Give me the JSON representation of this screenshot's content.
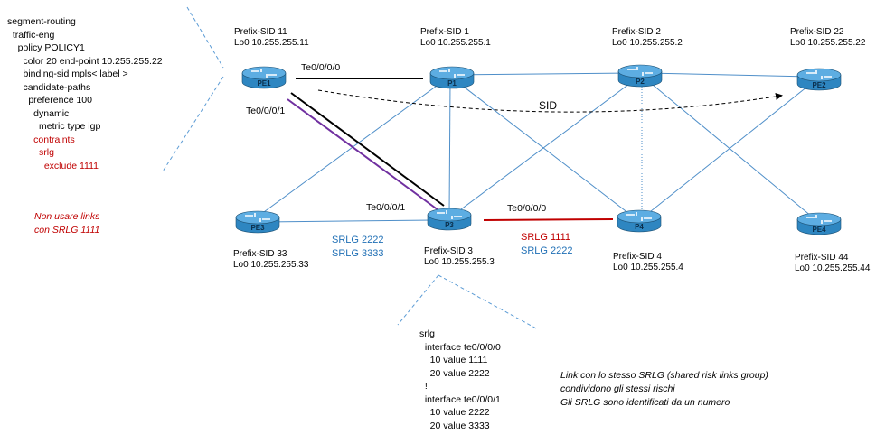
{
  "config_left": {
    "lines": [
      "segment-routing",
      "  traffic-eng",
      "    policy POLICY1",
      "      color 20 end-point 10.255.255.22",
      "      binding-sid mpls< label >",
      "      candidate-paths",
      "        preference 100",
      "          dynamic",
      "            metric type igp",
      "          contraints",
      "            srlg",
      "              exclude 1111"
    ]
  },
  "note_left": [
    "Non usare links",
    "con SRLG 1111"
  ],
  "config_bottom": {
    "lines": [
      "srlg",
      "  interface te0/0/0/0",
      "    10 value 1111",
      "    20 value 2222",
      "  !",
      "  interface te0/0/0/1",
      "    10 value 2222",
      "    20 value 3333"
    ]
  },
  "note_right": [
    "Link con lo stesso  SRLG (shared risk links group)",
    "condividono gli stessi rischi",
    "Gli SRLG sono identificati da un numero"
  ],
  "routers": {
    "PE1": {
      "name": "PE1",
      "sid": "Prefix-SID 11",
      "lo": "Lo0 10.255.255.11"
    },
    "P1": {
      "name": "P1",
      "sid": "Prefix-SID 1",
      "lo": "Lo0 10.255.255.1"
    },
    "P2": {
      "name": "P2",
      "sid": "Prefix-SID 2",
      "lo": "Lo0 10.255.255.2"
    },
    "PE2": {
      "name": "PE2",
      "sid": "Prefix-SID 22",
      "lo": "Lo0 10.255.255.22"
    },
    "PE3": {
      "name": "PE3",
      "sid": "Prefix-SID 33",
      "lo": "Lo0 10.255.255.33"
    },
    "P3": {
      "name": "P3",
      "sid": "Prefix-SID 3",
      "lo": "Lo0 10.255.255.3"
    },
    "P4": {
      "name": "P4",
      "sid": "Prefix-SID 4",
      "lo": "Lo0 10.255.255.4"
    },
    "PE4": {
      "name": "PE4",
      "sid": "Prefix-SID 44",
      "lo": "Lo0 10.255.255.44"
    }
  },
  "interfaces": {
    "pe1_te0": "Te0/0/0/0",
    "pe1_te1": "Te0/0/0/1",
    "p3_te1": "Te0/0/0/1",
    "p3_te0": "Te0/0/0/0"
  },
  "sid_label": "SID",
  "srlg_pe3_p3": [
    "SRLG 2222",
    "SRLG 3333"
  ],
  "srlg_p3_p4": [
    "SRLG 1111",
    "SRLG 2222"
  ],
  "colors": {
    "link": "#4f8fc9",
    "router_body": "#2e86c1",
    "router_top": "#5dade2",
    "highlight_red": "#c00000",
    "label_blue": "#1f6fb5",
    "purple": "#7030a0"
  }
}
